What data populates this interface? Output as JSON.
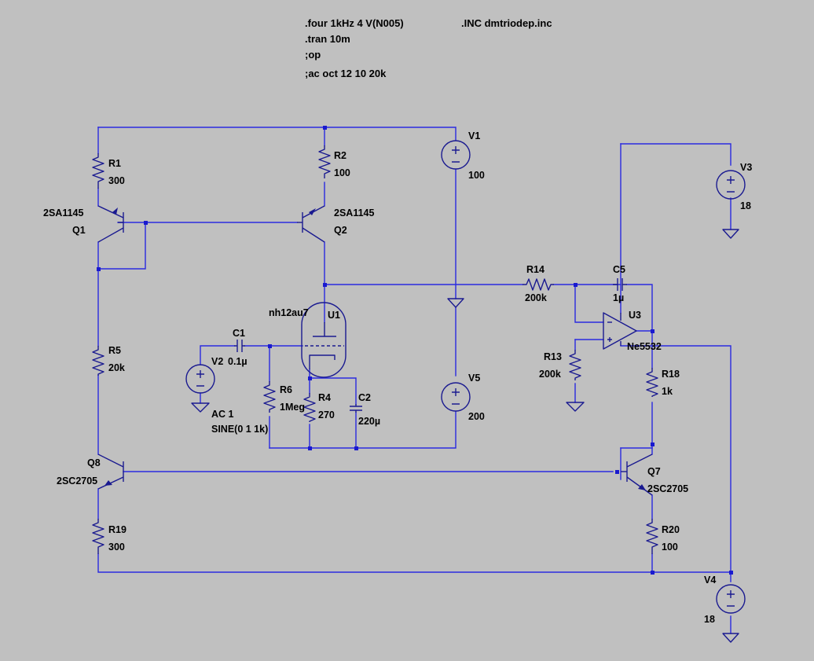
{
  "directives": {
    "four": ".four 1kHz 4 V(N005)",
    "tran": ".tran 10m",
    "op": ";op",
    "ac": ";ac oct 12 10 20k",
    "inc": ".INC dmtriodep.inc"
  },
  "components": {
    "R1": {
      "name": "R1",
      "value": "300"
    },
    "R2": {
      "name": "R2",
      "value": "100"
    },
    "R4": {
      "name": "R4",
      "value": "270"
    },
    "R5": {
      "name": "R5",
      "value": "20k"
    },
    "R6": {
      "name": "R6",
      "value": "1Meg"
    },
    "R13": {
      "name": "R13",
      "value": "200k"
    },
    "R14": {
      "name": "R14",
      "value": "200k"
    },
    "R18": {
      "name": "R18",
      "value": "1k"
    },
    "R19": {
      "name": "R19",
      "value": "300"
    },
    "R20": {
      "name": "R20",
      "value": "100"
    },
    "C1": {
      "name": "C1",
      "value": "0.1µ"
    },
    "C2": {
      "name": "C2",
      "value": "220µ"
    },
    "C5": {
      "name": "C5",
      "value": "1µ"
    },
    "V1": {
      "name": "V1",
      "value": "100"
    },
    "V2": {
      "name": "V2",
      "ac": "AC 1",
      "sine": "SINE(0 1 1k)"
    },
    "V3": {
      "name": "V3",
      "value": "18"
    },
    "V4": {
      "name": "V4",
      "value": "18"
    },
    "V5": {
      "name": "V5",
      "value": "200"
    },
    "Q1": {
      "name": "Q1",
      "model": "2SA1145"
    },
    "Q2": {
      "name": "Q2",
      "model": "2SA1145"
    },
    "Q7": {
      "name": "Q7",
      "model": "2SC2705"
    },
    "Q8": {
      "name": "Q8",
      "model": "2SC2705"
    },
    "U1": {
      "name": "U1",
      "model": "nh12au7"
    },
    "U3": {
      "name": "U3",
      "model": "Ne5532"
    }
  },
  "colors": {
    "background": "#c0c0c0",
    "wire": "#2a2adf",
    "symbol": "#1a1a90",
    "text": "#000000"
  }
}
